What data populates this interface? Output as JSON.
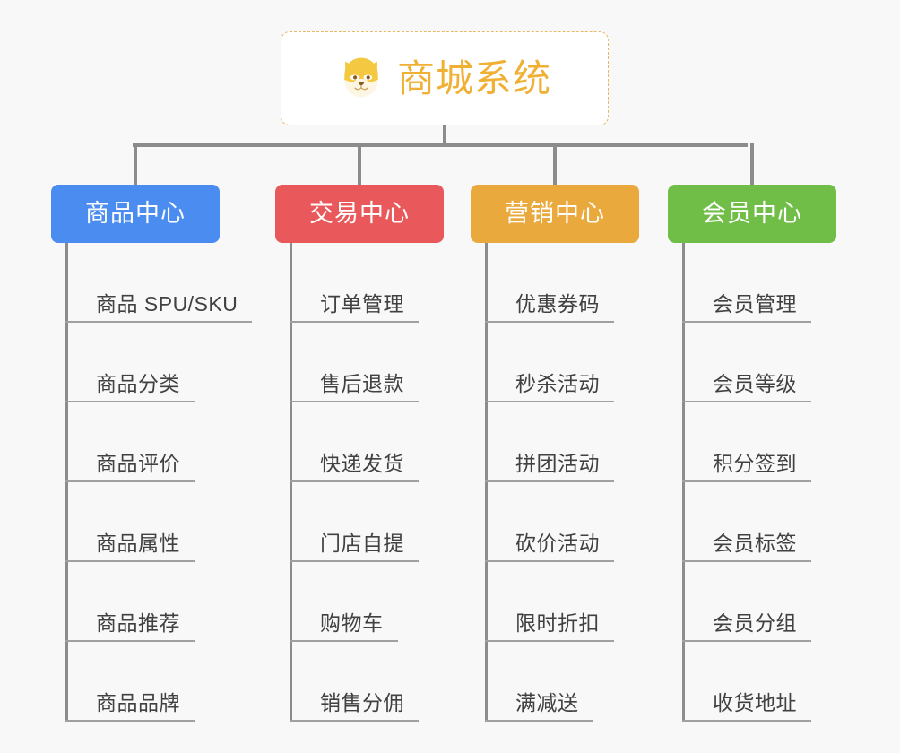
{
  "page": {
    "background_color": "#f8f8f8",
    "title": "商城系统"
  },
  "root": {
    "label": "商城系统",
    "icon": "shiba-dog-face-emoji",
    "text_color": "#f0b034",
    "border_color": "#e8b964",
    "background_color": "#ffffff"
  },
  "columns": [
    {
      "label": "商品中心",
      "color": "#4a8cf0",
      "items": [
        "商品 SPU/SKU",
        "商品分类",
        "商品评价",
        "商品属性",
        "商品推荐",
        "商品品牌"
      ]
    },
    {
      "label": "交易中心",
      "color": "#e9595b",
      "items": [
        "订单管理",
        "售后退款",
        "快递发货",
        "门店自提",
        "购物车",
        "销售分佣"
      ]
    },
    {
      "label": "营销中心",
      "color": "#e9a93c",
      "items": [
        "优惠券码",
        "秒杀活动",
        "拼团活动",
        "砍价活动",
        "限时折扣",
        "满减送"
      ]
    },
    {
      "label": "会员中心",
      "color": "#70be47",
      "items": [
        "会员管理",
        "会员等级",
        "积分签到",
        "会员标签",
        "会员分组",
        "收货地址"
      ]
    }
  ],
  "connector_color": "#8c8c8c",
  "rule_color": "#a0a0a0"
}
